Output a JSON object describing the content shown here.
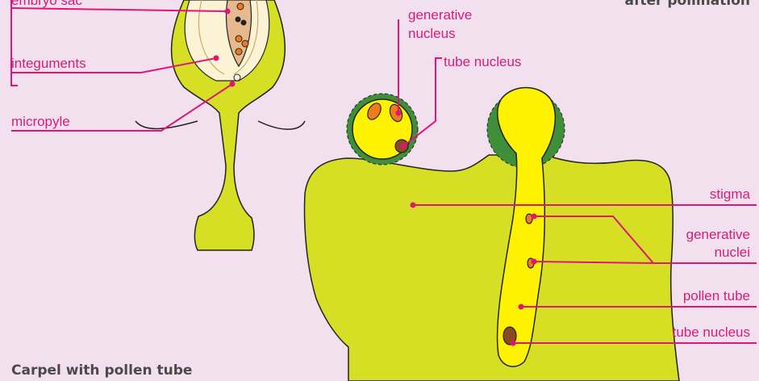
{
  "labels": {
    "embryo_sac": "embryo sac",
    "integuments": "integuments",
    "micropyle": "micropyle",
    "generative_nucleus_1": "generative",
    "generative_nucleus_2": "nucleus",
    "tube_nucleus_top": "tube nucleus",
    "after_pollination": "after pollination",
    "stigma": "stigma",
    "generative_nuclei_1": "generative",
    "generative_nuclei_2": "nuclei",
    "pollen_tube": "pollen tube",
    "tube_nucleus_bottom": "tube nucleus"
  },
  "title": "Carpel with pollen tube",
  "colors": {
    "background": "#f3e0ee",
    "tissue": "#d6df24",
    "pollen": "#fff200",
    "spikes": "#3f8f3a",
    "label": "#d81b7a",
    "leader": "#e0157a",
    "nucleus_orange": "#f07a1c",
    "nucleus_brown": "#8b4a1e"
  }
}
